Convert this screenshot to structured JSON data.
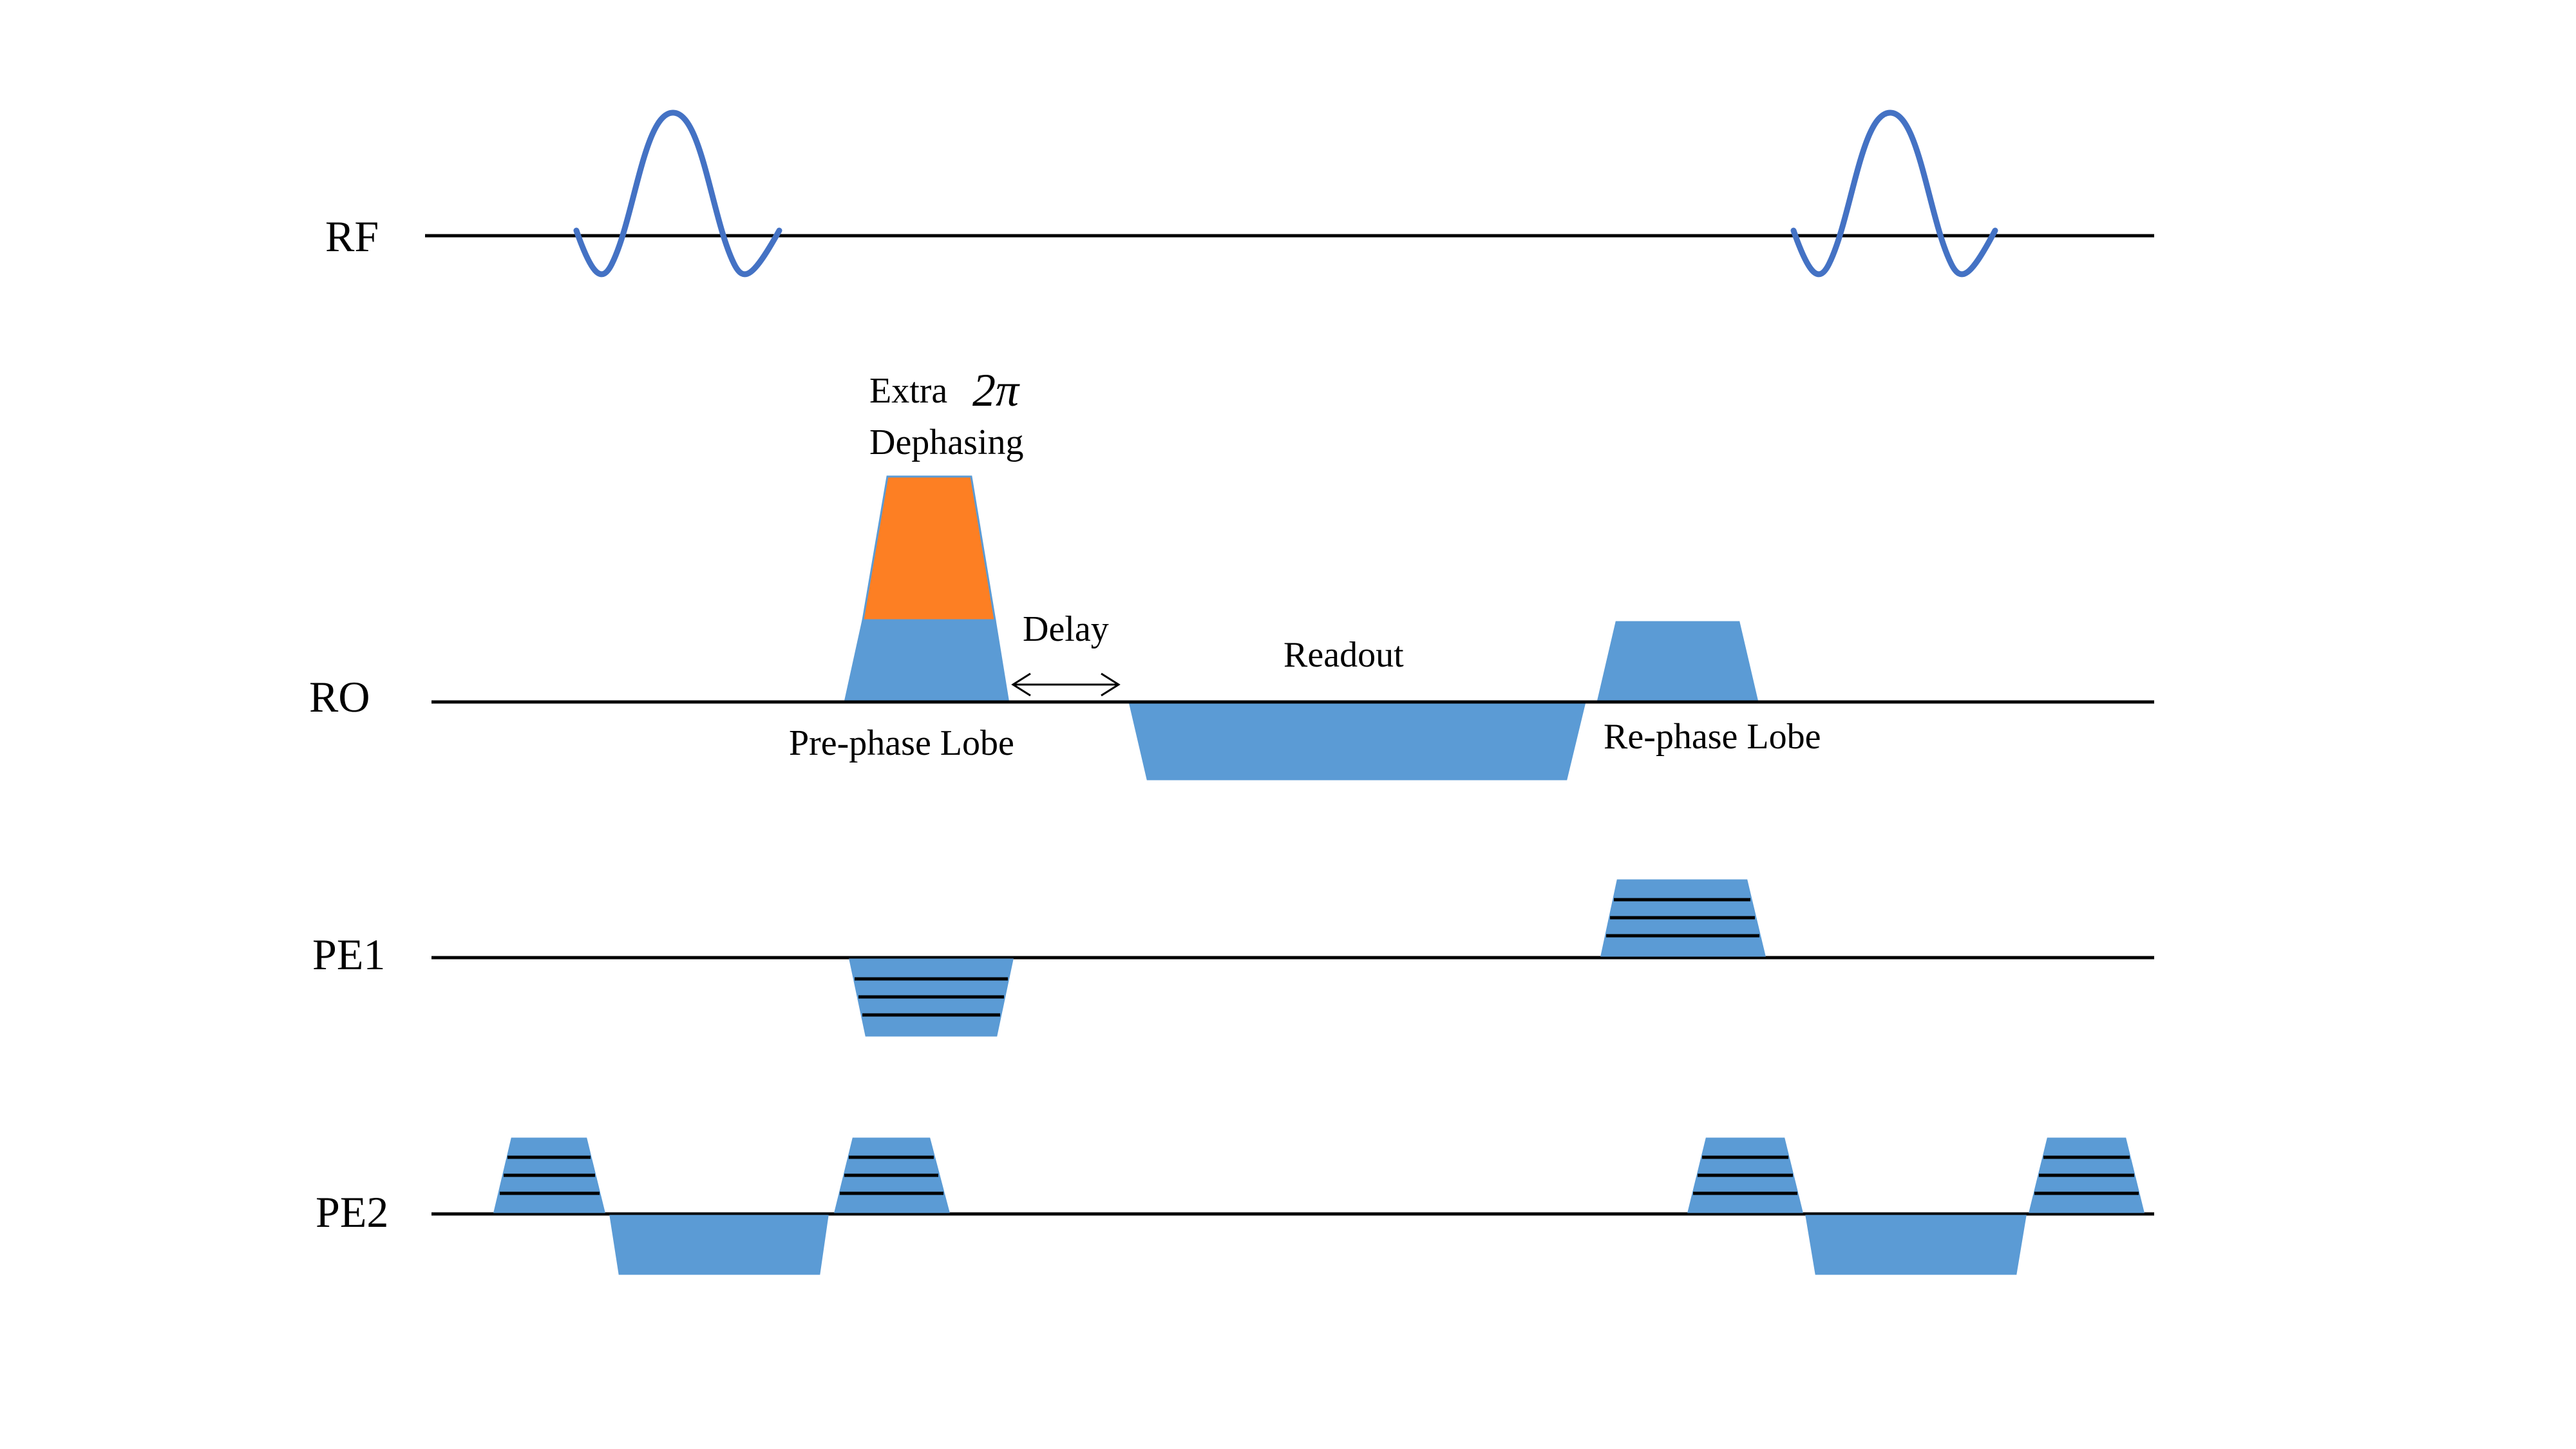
{
  "colors": {
    "background": "#ffffff",
    "gradient_fill": "#5b9bd5",
    "extra_dephasing_fill": "#fd7f23",
    "rf_pulse_stroke": "#4472c4",
    "baseline": "#000000"
  },
  "rows": {
    "rf": "RF",
    "ro": "RO",
    "pe1": "PE1",
    "pe2": "PE2"
  },
  "annotations": {
    "extra_word": "Extra",
    "two_pi": "2π",
    "dephasing": "Dephasing",
    "delay": "Delay",
    "readout": "Readout",
    "prephase_lobe": "Pre-phase Lobe",
    "rephase_lobe": "Re-phase Lobe"
  }
}
